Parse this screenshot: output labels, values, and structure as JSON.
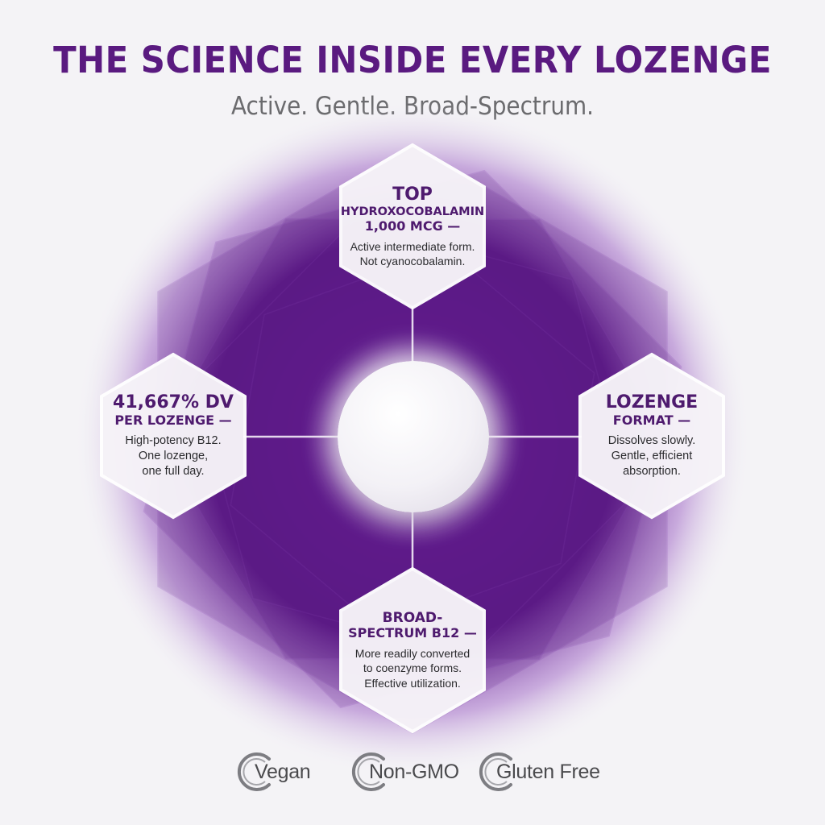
{
  "header": {
    "title": "THE SCIENCE INSIDE EVERY LOZENGE",
    "subtitle": "Active. Gentle. Broad-Spectrum."
  },
  "colors": {
    "brand_purple": "#5a1a80",
    "deep_purple": "#4e1a6e",
    "glow_purple": "#7a2aa8"
  },
  "features": {
    "top": {
      "head": [
        "TOP",
        "HYDROXOCOBALAMIN",
        "1,000 MCG —"
      ],
      "body": [
        "Active intermediate form.",
        "Not cyanocobalamin."
      ]
    },
    "left": {
      "head": [
        "41,667% DV",
        "PER LOZENGE —"
      ],
      "body": [
        "High-potency B12.",
        "One lozenge,",
        "one full day."
      ]
    },
    "right": {
      "head": [
        "LOZENGE",
        "FORMAT —"
      ],
      "body": [
        "Dissolves slowly.",
        "Gentle, efficient",
        "absorption."
      ]
    },
    "bottom": {
      "head": [
        "BROAD-",
        "SPECTRUM B12 —"
      ],
      "body": [
        "More readily converted",
        "to coenzyme forms.",
        "Effective utilization."
      ]
    }
  },
  "badges": [
    {
      "label": "Vegan",
      "icon": "ring-icon"
    },
    {
      "label": "Non-GMO",
      "icon": "ring-icon"
    },
    {
      "label": "Gluten Free",
      "icon": "ring-icon"
    }
  ]
}
